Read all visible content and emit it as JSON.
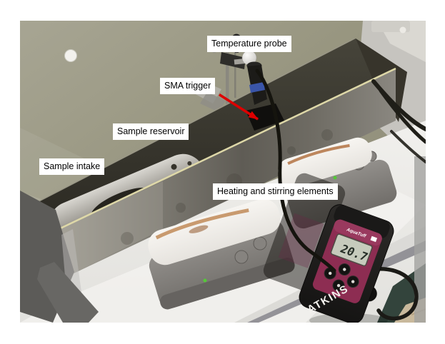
{
  "figure": {
    "description": "Photograph of a laboratory rig: a long stainless-steel sample reservoir trough mounted over two heating and stirring elements, with a clamped temperature probe, an SMA trigger on the trough wall, and an ATKINS handheld thermometer on the bench."
  },
  "annotations": {
    "temperature_probe": "Temperature probe",
    "sma_trigger": "SMA trigger",
    "sample_reservoir": "Sample reservoir",
    "sample_intake": "Sample intake",
    "heating_stirring": "Heating and stirring elements"
  },
  "arrow": {
    "color": "#dd0000",
    "from_label": "SMA trigger"
  },
  "thermometer": {
    "brand": "ATKINS",
    "series": "AquaTuff",
    "lcd_reading": "20.7",
    "faceplate_color": "#8d2d52",
    "body_color": "#1b1a18"
  },
  "colors": {
    "wall": "#98967f",
    "bench": "#e9e8e4",
    "trough_edge": "#ded8a8",
    "canvas": "#ffffff"
  }
}
